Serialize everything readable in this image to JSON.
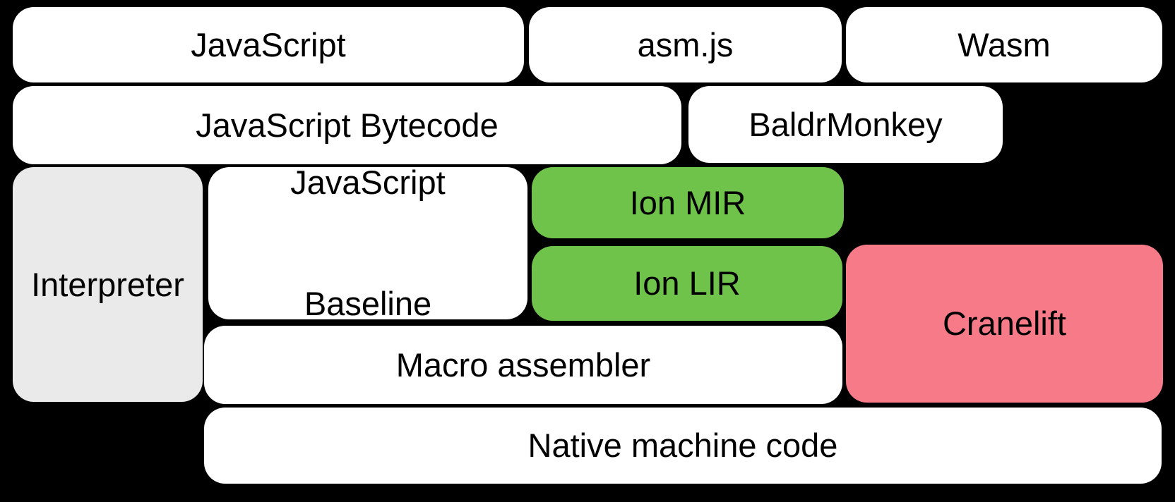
{
  "diagram": {
    "background": "#000000",
    "colors": {
      "box_default": "#ffffff",
      "interpreter_gray": "#eaeaea",
      "ion_green": "#6fc24a",
      "cranelift_pink": "#f67a88",
      "text": "#000000"
    },
    "nodes": {
      "javascript": {
        "label": "JavaScript",
        "fill": "#ffffff"
      },
      "asmjs": {
        "label": "asm.js",
        "fill": "#ffffff"
      },
      "wasm": {
        "label": "Wasm",
        "fill": "#ffffff"
      },
      "bytecode": {
        "label": "JavaScript Bytecode",
        "fill": "#ffffff"
      },
      "baldrmonkey": {
        "label": "BaldrMonkey",
        "fill": "#ffffff"
      },
      "interpreter": {
        "label": "Interpreter",
        "fill": "#eaeaea"
      },
      "baseline": {
        "label": "JavaScript Baseline",
        "lines": [
          "JavaScript",
          "Baseline"
        ],
        "fill": "#ffffff"
      },
      "ion_mir": {
        "label": "Ion MIR",
        "fill": "#6fc24a"
      },
      "ion_lir": {
        "label": "Ion LIR",
        "fill": "#6fc24a"
      },
      "cranelift": {
        "label": "Cranelift",
        "fill": "#f67a88"
      },
      "macro_assembler": {
        "label": "Macro assembler",
        "fill": "#ffffff"
      },
      "native": {
        "label": "Native machine code",
        "fill": "#ffffff"
      }
    }
  }
}
